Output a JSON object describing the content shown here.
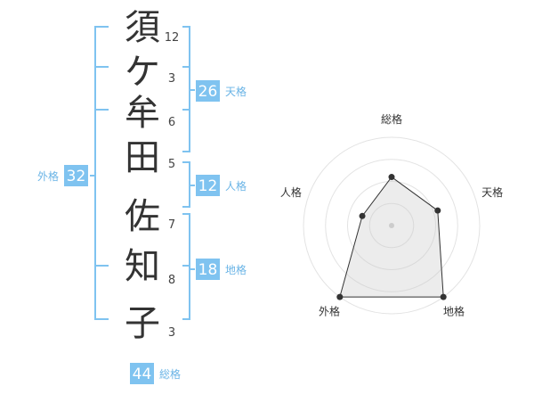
{
  "name": {
    "characters": [
      "須",
      "ケ",
      "牟",
      "田",
      "佐",
      "知",
      "子"
    ],
    "strokes": [
      "12",
      "3",
      "6",
      "5",
      "7",
      "8",
      "3"
    ]
  },
  "grids": {
    "tenkaku": {
      "value": "26",
      "label": "天格"
    },
    "jinkaku": {
      "value": "12",
      "label": "人格"
    },
    "chikaku": {
      "value": "18",
      "label": "地格"
    },
    "gaikaku": {
      "value": "32",
      "label": "外格"
    },
    "soukaku": {
      "value": "44",
      "label": "総格"
    }
  },
  "chart_data": {
    "type": "radar",
    "axes": [
      "総格",
      "天格",
      "地格",
      "外格",
      "人格"
    ],
    "values": [
      0.55,
      0.55,
      1.0,
      1.0,
      0.35
    ],
    "rings": 4,
    "colors": {
      "accent": "#7fc3f0",
      "line": "#333333"
    }
  }
}
